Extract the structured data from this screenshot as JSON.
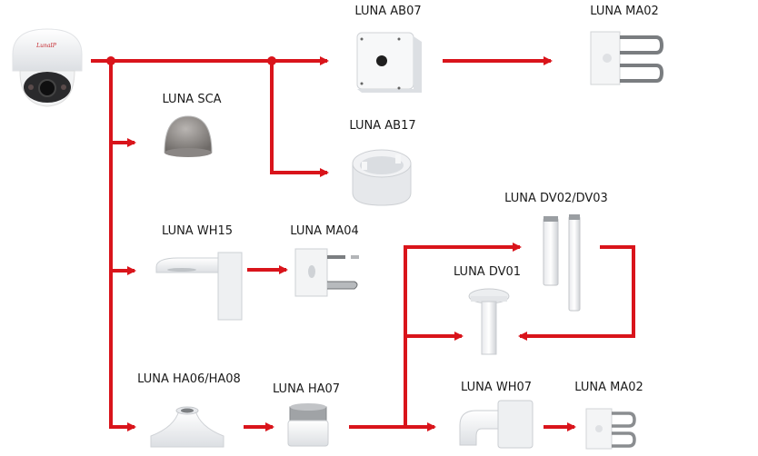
{
  "diagram": {
    "line_color": "#d9141b",
    "camera": {
      "name": "dome-camera",
      "brand_mark": "LunaIP"
    },
    "products": [
      {
        "id": "ab07",
        "label": "LUNA AB07",
        "kind": "junction-box-square"
      },
      {
        "id": "ma02_top",
        "label": "LUNA MA02",
        "kind": "pole-mount"
      },
      {
        "id": "sca",
        "label": "LUNA SCA",
        "kind": "smoked-dome-cover"
      },
      {
        "id": "ab17",
        "label": "LUNA AB17",
        "kind": "junction-box-round"
      },
      {
        "id": "wh15",
        "label": "LUNA WH15",
        "kind": "wall-bracket-t"
      },
      {
        "id": "ma04",
        "label": "LUNA MA04",
        "kind": "pole-mount-small"
      },
      {
        "id": "dv0203",
        "label": "LUNA DV02/DV03",
        "kind": "extension-poles"
      },
      {
        "id": "dv01",
        "label": "LUNA DV01",
        "kind": "pendant-pole"
      },
      {
        "id": "ha0608",
        "label": "LUNA HA06/HA08",
        "kind": "pendant-adapter"
      },
      {
        "id": "ha07",
        "label": "LUNA HA07",
        "kind": "pipe-adapter"
      },
      {
        "id": "wh07",
        "label": "LUNA WH07",
        "kind": "wall-bracket-l"
      },
      {
        "id": "ma02_bottom",
        "label": "LUNA MA02",
        "kind": "pole-mount"
      }
    ],
    "connections": [
      {
        "from": "camera",
        "to": "ab07"
      },
      {
        "from": "camera",
        "to": "sca"
      },
      {
        "from": "camera",
        "to": "ab17"
      },
      {
        "from": "camera",
        "to": "wh15"
      },
      {
        "from": "camera",
        "to": "ha0608"
      },
      {
        "from": "ab07",
        "to": "ma02_top"
      },
      {
        "from": "wh15",
        "to": "ma04"
      },
      {
        "from": "ha0608",
        "to": "ha07"
      },
      {
        "from": "ha07",
        "to": "dv0203"
      },
      {
        "from": "ha07",
        "to": "dv01"
      },
      {
        "from": "ha07",
        "to": "wh07"
      },
      {
        "from": "dv0203",
        "to": "dv01"
      },
      {
        "from": "wh07",
        "to": "ma02_bottom"
      }
    ]
  }
}
